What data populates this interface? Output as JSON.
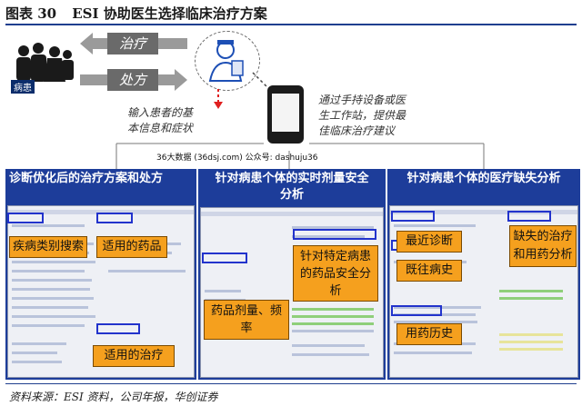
{
  "figure": {
    "label": "图表 30",
    "title": "ESI 协助医生选择临床治疗方案"
  },
  "top": {
    "patients_label": "病患",
    "arrow_treatment": "治疗",
    "arrow_prescription": "处方",
    "input_note": [
      "输入患者的基",
      "本信息和症状"
    ],
    "device_note": [
      "通过手持设备或医",
      "生工作站，提供最",
      "佳临床治疗建议"
    ],
    "watermark": "36大数据 (36dsj.com) 公众号: dashuju36"
  },
  "panels": [
    {
      "title": "诊断优化后的治疗方案和处方",
      "callouts": [
        "疾病类别搜索",
        "适用的药品",
        "适用的治疗"
      ]
    },
    {
      "title": [
        "针对病患个体的实时剂量安全",
        "分析"
      ],
      "callouts": [
        "针对特定病患的药品安全分析",
        "药品剂量、频率"
      ]
    },
    {
      "title": "针对病患个体的医疗缺失分析",
      "callouts": [
        "最近诊断",
        "缺失的治疗和用药分析",
        "既往病史",
        "用药历史"
      ]
    }
  ],
  "footer": "资料来源：ESI 资料，公司年报，华创证券",
  "colors": {
    "panel_blue": "#1d3d9a",
    "callout_orange": "#f5a01e",
    "arrow_grey": "#6a6a6a",
    "dashed_red": "#e02020"
  },
  "icons": [
    "people-icon",
    "doctor-icon",
    "phone-icon"
  ]
}
